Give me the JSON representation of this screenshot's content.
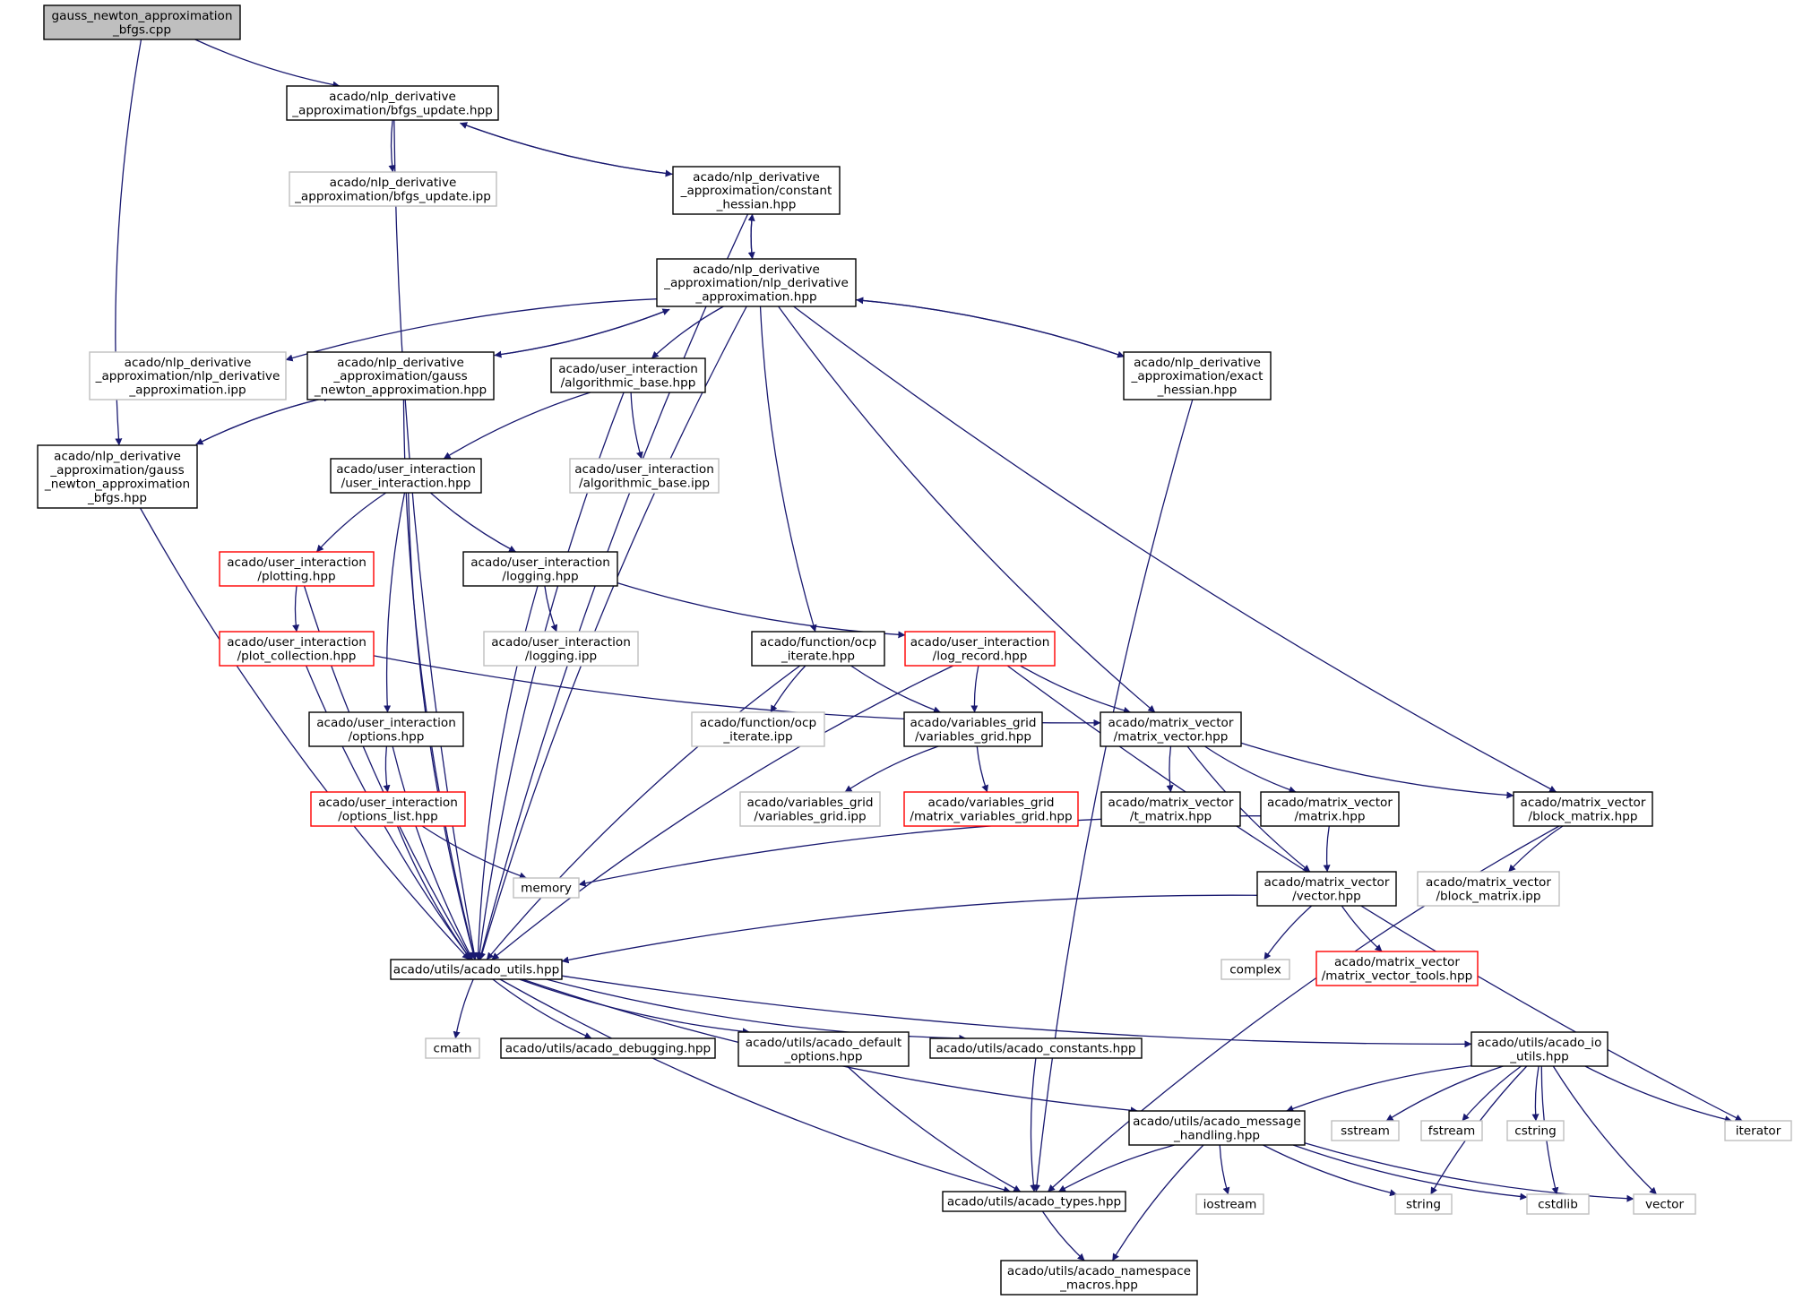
{
  "title": "gauss_newton_approximation_bfgs.cpp",
  "colors": {
    "edge": "#191970",
    "root_fill": "#bfbfbf",
    "documented_border": "#000000",
    "external_border": "#bfbfbf",
    "truncated_border": "#ff0000"
  },
  "legend_kinds": {
    "root": "gray filled box (file documented)",
    "doc": "black border",
    "ext": "light gray border",
    "red": "red border"
  },
  "nodes": [
    {
      "id": "root",
      "kind": "root",
      "lines": [
        "gauss_newton_approximation",
        "_bfgs.cpp"
      ]
    },
    {
      "id": "bfgs_update",
      "kind": "doc",
      "lines": [
        "acado/nlp_derivative",
        "_approximation/bfgs_update.hpp"
      ]
    },
    {
      "id": "bfgs_update_ipp",
      "kind": "ext",
      "lines": [
        "acado/nlp_derivative",
        "_approximation/bfgs_update.ipp"
      ]
    },
    {
      "id": "constant_hessian",
      "kind": "doc",
      "lines": [
        "acado/nlp_derivative",
        "_approximation/constant",
        "_hessian.hpp"
      ]
    },
    {
      "id": "nlp_da",
      "kind": "doc",
      "lines": [
        "acado/nlp_derivative",
        "_approximation/nlp_derivative",
        "_approximation.hpp"
      ]
    },
    {
      "id": "nlp_da_ipp",
      "kind": "ext",
      "lines": [
        "acado/nlp_derivative",
        "_approximation/nlp_derivative",
        "_approximation.ipp"
      ]
    },
    {
      "id": "gauss_newton",
      "kind": "doc",
      "lines": [
        "acado/nlp_derivative",
        "_approximation/gauss",
        "_newton_approximation.hpp"
      ]
    },
    {
      "id": "gauss_newton_bfgs",
      "kind": "doc",
      "lines": [
        "acado/nlp_derivative",
        "_approximation/gauss",
        "_newton_approximation",
        "_bfgs.hpp"
      ]
    },
    {
      "id": "algorithmic_base",
      "kind": "doc",
      "lines": [
        "acado/user_interaction",
        "/algorithmic_base.hpp"
      ]
    },
    {
      "id": "algorithmic_base_ipp",
      "kind": "ext",
      "lines": [
        "acado/user_interaction",
        "/algorithmic_base.ipp"
      ]
    },
    {
      "id": "exact_hessian",
      "kind": "doc",
      "lines": [
        "acado/nlp_derivative",
        "_approximation/exact",
        "_hessian.hpp"
      ]
    },
    {
      "id": "user_interaction",
      "kind": "doc",
      "lines": [
        "acado/user_interaction",
        "/user_interaction.hpp"
      ]
    },
    {
      "id": "plotting",
      "kind": "red",
      "lines": [
        "acado/user_interaction",
        "/plotting.hpp"
      ]
    },
    {
      "id": "logging",
      "kind": "doc",
      "lines": [
        "acado/user_interaction",
        "/logging.hpp"
      ]
    },
    {
      "id": "logging_ipp",
      "kind": "ext",
      "lines": [
        "acado/user_interaction",
        "/logging.ipp"
      ]
    },
    {
      "id": "plot_collection",
      "kind": "red",
      "lines": [
        "acado/user_interaction",
        "/plot_collection.hpp"
      ]
    },
    {
      "id": "ocp_iterate",
      "kind": "doc",
      "lines": [
        "acado/function/ocp",
        "_iterate.hpp"
      ]
    },
    {
      "id": "log_record",
      "kind": "red",
      "lines": [
        "acado/user_interaction",
        "/log_record.hpp"
      ]
    },
    {
      "id": "ocp_iterate_ipp",
      "kind": "ext",
      "lines": [
        "acado/function/ocp",
        "_iterate.ipp"
      ]
    },
    {
      "id": "options",
      "kind": "doc",
      "lines": [
        "acado/user_interaction",
        "/options.hpp"
      ]
    },
    {
      "id": "variables_grid",
      "kind": "doc",
      "lines": [
        "acado/variables_grid",
        "/variables_grid.hpp"
      ]
    },
    {
      "id": "matrix_vector",
      "kind": "doc",
      "lines": [
        "acado/matrix_vector",
        "/matrix_vector.hpp"
      ]
    },
    {
      "id": "options_list",
      "kind": "red",
      "lines": [
        "acado/user_interaction",
        "/options_list.hpp"
      ]
    },
    {
      "id": "variables_grid_ipp",
      "kind": "ext",
      "lines": [
        "acado/variables_grid",
        "/variables_grid.ipp"
      ]
    },
    {
      "id": "matrix_variables_grid",
      "kind": "red",
      "lines": [
        "acado/variables_grid",
        "/matrix_variables_grid.hpp"
      ]
    },
    {
      "id": "t_matrix",
      "kind": "doc",
      "lines": [
        "acado/matrix_vector",
        "/t_matrix.hpp"
      ]
    },
    {
      "id": "matrix",
      "kind": "doc",
      "lines": [
        "acado/matrix_vector",
        "/matrix.hpp"
      ]
    },
    {
      "id": "block_matrix",
      "kind": "doc",
      "lines": [
        "acado/matrix_vector",
        "/block_matrix.hpp"
      ]
    },
    {
      "id": "memory",
      "kind": "ext",
      "lines": [
        "memory"
      ]
    },
    {
      "id": "vector",
      "kind": "doc",
      "lines": [
        "acado/matrix_vector",
        "/vector.hpp"
      ]
    },
    {
      "id": "block_matrix_ipp",
      "kind": "ext",
      "lines": [
        "acado/matrix_vector",
        "/block_matrix.ipp"
      ]
    },
    {
      "id": "acado_utils",
      "kind": "doc",
      "lines": [
        "acado/utils/acado_utils.hpp"
      ]
    },
    {
      "id": "complex",
      "kind": "ext",
      "lines": [
        "complex"
      ]
    },
    {
      "id": "matrix_vector_tools",
      "kind": "red",
      "lines": [
        "acado/matrix_vector",
        "/matrix_vector_tools.hpp"
      ]
    },
    {
      "id": "cmath",
      "kind": "ext",
      "lines": [
        "cmath"
      ]
    },
    {
      "id": "acado_debugging",
      "kind": "doc",
      "lines": [
        "acado/utils/acado_debugging.hpp"
      ]
    },
    {
      "id": "acado_default_options",
      "kind": "doc",
      "lines": [
        "acado/utils/acado_default",
        "_options.hpp"
      ]
    },
    {
      "id": "acado_constants",
      "kind": "doc",
      "lines": [
        "acado/utils/acado_constants.hpp"
      ]
    },
    {
      "id": "acado_io_utils",
      "kind": "doc",
      "lines": [
        "acado/utils/acado_io",
        "_utils.hpp"
      ]
    },
    {
      "id": "acado_message_handling",
      "kind": "doc",
      "lines": [
        "acado/utils/acado_message",
        "_handling.hpp"
      ]
    },
    {
      "id": "sstream",
      "kind": "ext",
      "lines": [
        "sstream"
      ]
    },
    {
      "id": "fstream",
      "kind": "ext",
      "lines": [
        "fstream"
      ]
    },
    {
      "id": "cstring",
      "kind": "ext",
      "lines": [
        "cstring"
      ]
    },
    {
      "id": "iterator",
      "kind": "ext",
      "lines": [
        "iterator"
      ]
    },
    {
      "id": "iostream",
      "kind": "ext",
      "lines": [
        "iostream"
      ]
    },
    {
      "id": "string",
      "kind": "ext",
      "lines": [
        "string"
      ]
    },
    {
      "id": "cstdlib",
      "kind": "ext",
      "lines": [
        "cstdlib"
      ]
    },
    {
      "id": "vector_std",
      "kind": "ext",
      "lines": [
        "vector"
      ]
    },
    {
      "id": "acado_types",
      "kind": "doc",
      "lines": [
        "acado/utils/acado_types.hpp"
      ]
    },
    {
      "id": "acado_namespace_macros",
      "kind": "doc",
      "lines": [
        "acado/utils/acado_namespace",
        "_macros.hpp"
      ]
    }
  ],
  "edges": [
    [
      "root",
      "bfgs_update"
    ],
    [
      "root",
      "gauss_newton_bfgs"
    ],
    [
      "bfgs_update",
      "bfgs_update_ipp"
    ],
    [
      "bfgs_update",
      "constant_hessian"
    ],
    [
      "bfgs_update",
      "acado_utils"
    ],
    [
      "constant_hessian",
      "bfgs_update"
    ],
    [
      "constant_hessian",
      "nlp_da"
    ],
    [
      "constant_hessian",
      "acado_utils"
    ],
    [
      "nlp_da",
      "constant_hessian"
    ],
    [
      "nlp_da",
      "nlp_da_ipp"
    ],
    [
      "nlp_da",
      "gauss_newton"
    ],
    [
      "nlp_da",
      "algorithmic_base"
    ],
    [
      "nlp_da",
      "exact_hessian"
    ],
    [
      "nlp_da",
      "ocp_iterate"
    ],
    [
      "nlp_da",
      "matrix_vector"
    ],
    [
      "nlp_da",
      "block_matrix"
    ],
    [
      "nlp_da",
      "acado_utils"
    ],
    [
      "gauss_newton",
      "nlp_da"
    ],
    [
      "gauss_newton",
      "gauss_newton_bfgs"
    ],
    [
      "gauss_newton",
      "acado_utils"
    ],
    [
      "gauss_newton_bfgs",
      "gauss_newton"
    ],
    [
      "gauss_newton_bfgs",
      "acado_utils"
    ],
    [
      "exact_hessian",
      "nlp_da"
    ],
    [
      "exact_hessian",
      "acado_types"
    ],
    [
      "algorithmic_base",
      "user_interaction"
    ],
    [
      "algorithmic_base",
      "algorithmic_base_ipp"
    ],
    [
      "algorithmic_base",
      "acado_utils"
    ],
    [
      "user_interaction",
      "plotting"
    ],
    [
      "user_interaction",
      "logging"
    ],
    [
      "user_interaction",
      "options"
    ],
    [
      "user_interaction",
      "acado_utils"
    ],
    [
      "plotting",
      "plot_collection"
    ],
    [
      "plotting",
      "acado_utils"
    ],
    [
      "plot_collection",
      "matrix_vector"
    ],
    [
      "plot_collection",
      "acado_utils"
    ],
    [
      "logging",
      "logging_ipp"
    ],
    [
      "logging",
      "log_record"
    ],
    [
      "logging",
      "acado_utils"
    ],
    [
      "ocp_iterate",
      "ocp_iterate_ipp"
    ],
    [
      "ocp_iterate",
      "variables_grid"
    ],
    [
      "ocp_iterate",
      "acado_utils"
    ],
    [
      "log_record",
      "variables_grid"
    ],
    [
      "log_record",
      "matrix_vector"
    ],
    [
      "log_record",
      "iterator"
    ],
    [
      "log_record",
      "acado_utils"
    ],
    [
      "options",
      "options_list"
    ],
    [
      "options",
      "acado_utils"
    ],
    [
      "options_list",
      "memory"
    ],
    [
      "options_list",
      "acado_utils"
    ],
    [
      "variables_grid",
      "variables_grid_ipp"
    ],
    [
      "variables_grid",
      "matrix_variables_grid"
    ],
    [
      "matrix_vector",
      "t_matrix"
    ],
    [
      "matrix_vector",
      "matrix"
    ],
    [
      "matrix_vector",
      "block_matrix"
    ],
    [
      "matrix_vector",
      "vector"
    ],
    [
      "matrix",
      "memory"
    ],
    [
      "matrix",
      "vector"
    ],
    [
      "block_matrix",
      "block_matrix_ipp"
    ],
    [
      "block_matrix",
      "acado_types"
    ],
    [
      "vector",
      "complex"
    ],
    [
      "vector",
      "matrix_vector_tools"
    ],
    [
      "vector",
      "acado_utils"
    ],
    [
      "acado_utils",
      "cmath"
    ],
    [
      "acado_utils",
      "acado_debugging"
    ],
    [
      "acado_utils",
      "acado_default_options"
    ],
    [
      "acado_utils",
      "acado_constants"
    ],
    [
      "acado_utils",
      "acado_io_utils"
    ],
    [
      "acado_utils",
      "acado_message_handling"
    ],
    [
      "acado_utils",
      "acado_types"
    ],
    [
      "acado_default_options",
      "acado_types"
    ],
    [
      "acado_constants",
      "acado_types"
    ],
    [
      "acado_io_utils",
      "acado_message_handling"
    ],
    [
      "acado_io_utils",
      "sstream"
    ],
    [
      "acado_io_utils",
      "fstream"
    ],
    [
      "acado_io_utils",
      "cstring"
    ],
    [
      "acado_io_utils",
      "iterator"
    ],
    [
      "acado_io_utils",
      "string"
    ],
    [
      "acado_io_utils",
      "cstdlib"
    ],
    [
      "acado_io_utils",
      "vector_std"
    ],
    [
      "acado_message_handling",
      "iostream"
    ],
    [
      "acado_message_handling",
      "string"
    ],
    [
      "acado_message_handling",
      "cstdlib"
    ],
    [
      "acado_message_handling",
      "vector_std"
    ],
    [
      "acado_message_handling",
      "acado_types"
    ],
    [
      "acado_message_handling",
      "acado_namespace_macros"
    ],
    [
      "acado_types",
      "acado_namespace_macros"
    ]
  ]
}
